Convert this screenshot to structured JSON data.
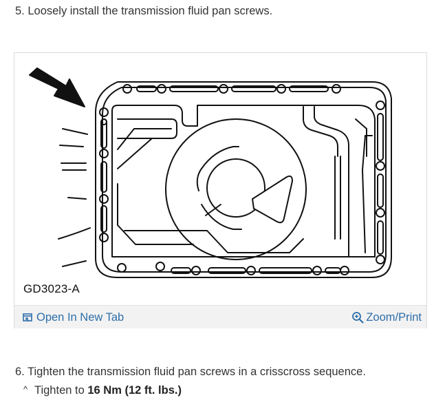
{
  "steps": {
    "step5": "5. Loosely install the transmission fluid pan screws.",
    "step6": "6. Tighten the transmission fluid pan screws in a crisscross sequence.",
    "step6_sub": {
      "caret": "^",
      "prefix": "Tighten to ",
      "torque": "16 Nm (12 ft. lbs.)"
    }
  },
  "figure": {
    "id": "GD3023-A",
    "open_tab_label": "Open In New Tab",
    "zoom_label": "Zoom/Print",
    "open_tab_icon": "open-new-tab-icon",
    "zoom_icon": "zoom-icon",
    "link_color": "#2d6ea8"
  }
}
